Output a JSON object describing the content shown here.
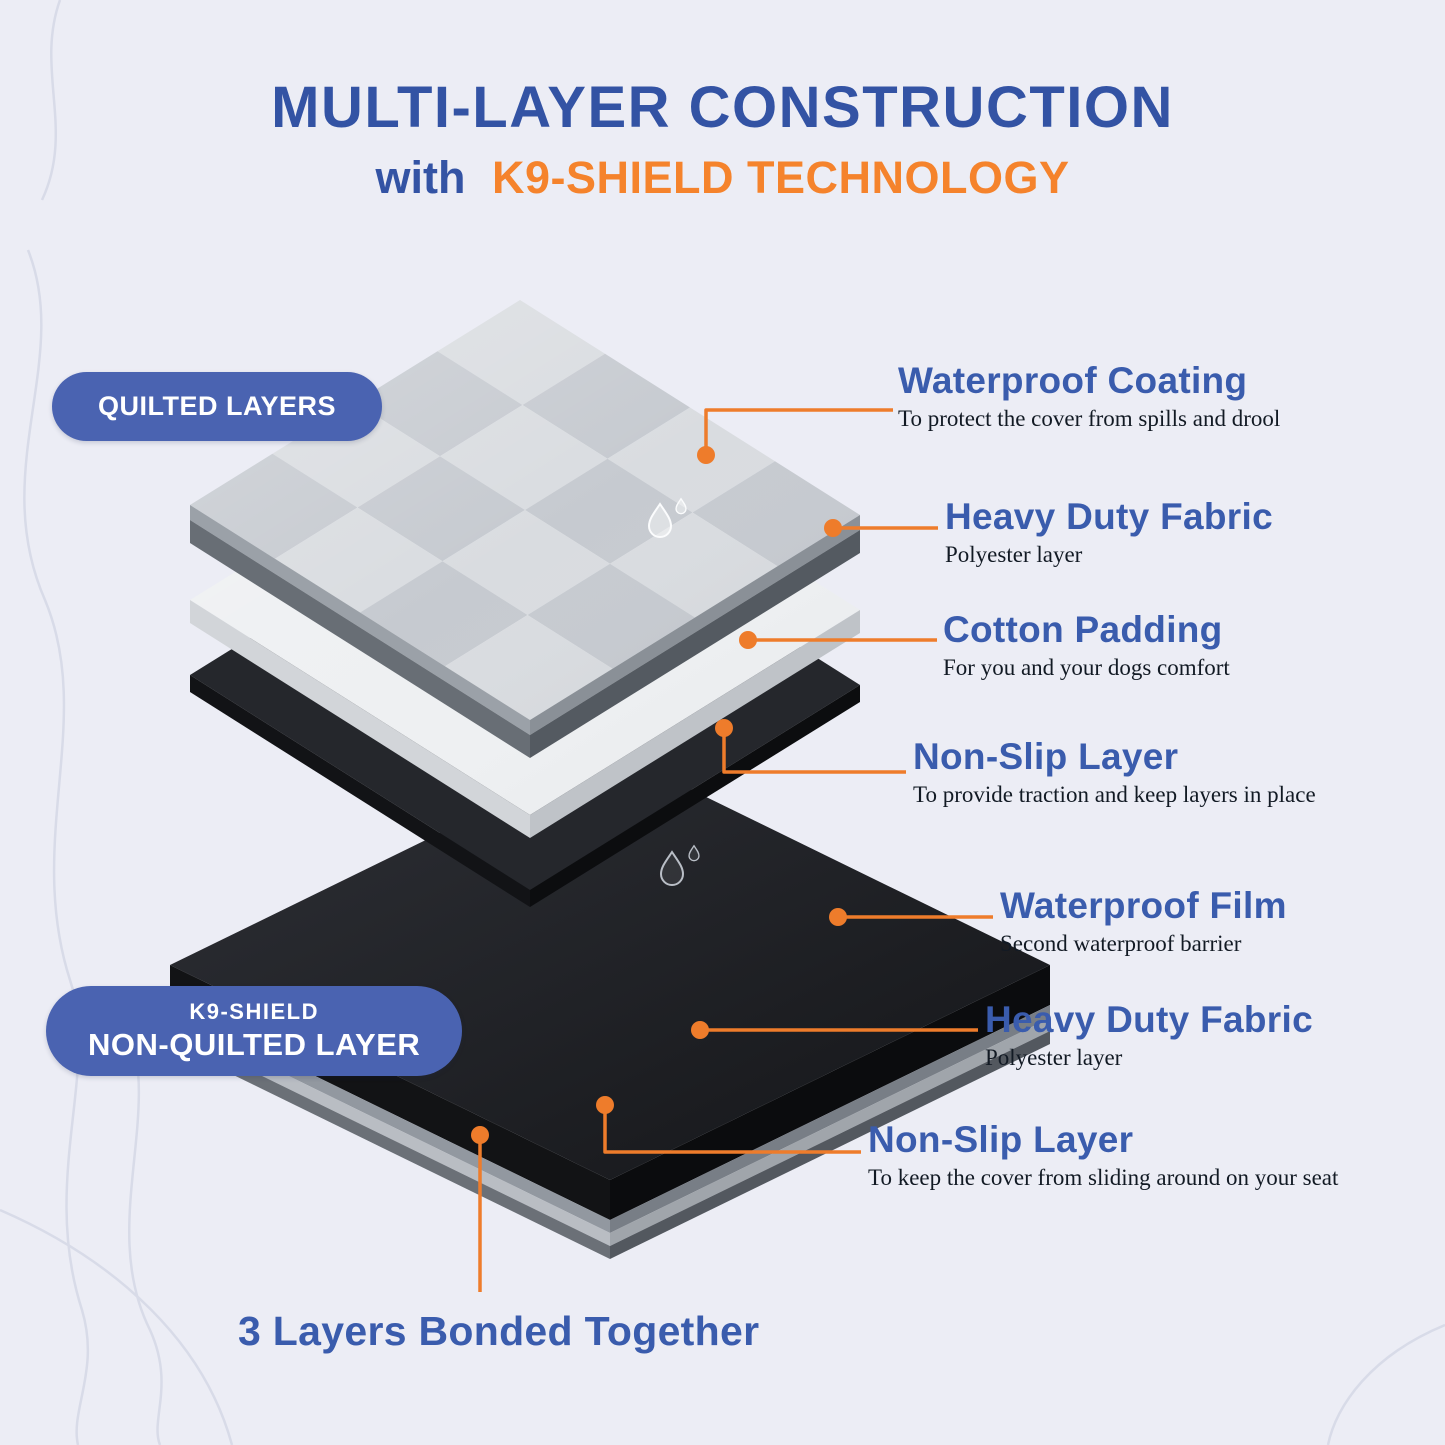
{
  "title": {
    "line1": "MULTI-LAYER CONSTRUCTION",
    "line2_prefix": "with",
    "line2_highlight": "K9-SHIELD TECHNOLOGY"
  },
  "badges": {
    "quilted": {
      "label": "QUILTED LAYERS"
    },
    "non_quilted": {
      "line1": "K9-SHIELD",
      "line2": "NON-QUILTED LAYER"
    }
  },
  "callouts": [
    {
      "title": "Waterproof Coating",
      "description": "To protect the cover from spills and drool"
    },
    {
      "title": "Heavy Duty Fabric",
      "description": "Polyester layer"
    },
    {
      "title": "Cotton Padding",
      "description": "For you and your dogs comfort"
    },
    {
      "title": "Non-Slip Layer",
      "description": "To provide traction and keep layers in place"
    },
    {
      "title": "Waterproof Film",
      "description": "Second waterproof barrier"
    },
    {
      "title": "Heavy Duty Fabric",
      "description": "Polyester layer"
    },
    {
      "title": "Non-Slip Layer",
      "description": "To keep the cover from sliding around on your seat"
    }
  ],
  "footer": {
    "label": "3 Layers Bonded Together"
  },
  "icons": {
    "droplet": "water-droplet-icon"
  },
  "colors": {
    "background": "#ecedf5",
    "title_blue": "#3353a4",
    "accent_orange": "#ee7c2b",
    "badge_blue": "#4a63b1",
    "callout_blue": "#3a5cad"
  }
}
